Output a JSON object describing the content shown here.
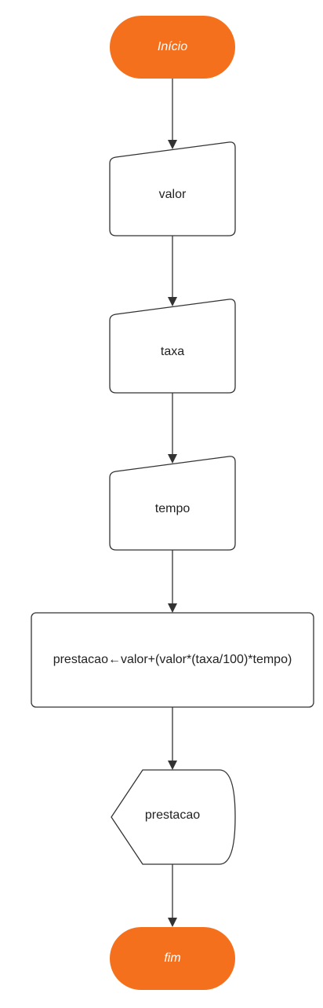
{
  "colors": {
    "terminal_fill": "#f5701c",
    "terminal_text": "#ffffff",
    "stroke": "#333333",
    "text": "#222222",
    "background": "#ffffff"
  },
  "nodes": {
    "start": {
      "label": "Início",
      "shape": "terminal"
    },
    "input_valor": {
      "label": "valor",
      "shape": "manual-input"
    },
    "input_taxa": {
      "label": "taxa",
      "shape": "manual-input"
    },
    "input_tempo": {
      "label": "tempo",
      "shape": "manual-input"
    },
    "process": {
      "label": "prestacao←valor+(valor*(taxa/100)*tempo)",
      "shape": "process"
    },
    "output": {
      "label": "prestacao",
      "shape": "display"
    },
    "end": {
      "label": "fim",
      "shape": "terminal"
    }
  }
}
